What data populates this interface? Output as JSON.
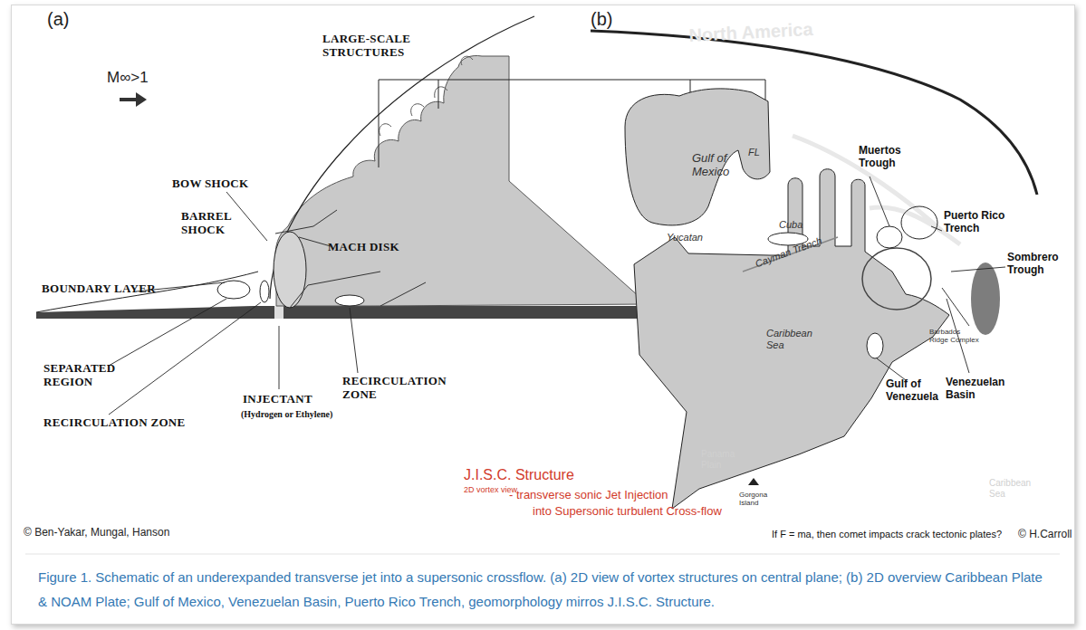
{
  "diagram": {
    "caption": "Figure 1. Schematic of an underexpanded transverse jet into a supersonic crossflow. (a) 2D view of vortex structures on central plane; (b) 2D overview Caribbean Plate & NOAM Plate; Gulf of Mexico, Venezuelan Basin, Puerto Rico Trench, geomorphology mirros J.I.S.C. Structure.",
    "labels": [
      "(a)",
      "M∞>1",
      "LARGE-SCALE STRUCTURES",
      "BOW SHOCK",
      "BARREL SHOCK",
      "MACH DISK",
      "BOUNDARY LAYER",
      "SEPARATED REGION",
      "RECIRCULATION ZONE",
      "INJECTANT",
      "(Hydrogen or Ethylene)",
      "RECIRCULATION ZONE",
      "© Ben-Yakar, Mungal, Hanson",
      "(b)",
      "North America",
      "Gulf of Mexico",
      "FL",
      "Yucatan",
      "Cuba",
      "Cayman Trench",
      "Muertos Trough",
      "Puerto Rico Trench",
      "Sombrero Trough",
      "Barbados Ridge Complex",
      "Caribbean Sea",
      "Gulf of Venezuela",
      "Venezuelan Basin",
      "Panama Plain",
      "Gorgona Island",
      "Caribbean Sea",
      "J.I.S.C. Structure",
      "2D vortex view",
      "- transverse sonic Jet Injection",
      "into Supersonic turbulent Cross-flow",
      "If F = ma, then comet impacts crack tectonic plates?",
      "© H.Carroll"
    ]
  }
}
